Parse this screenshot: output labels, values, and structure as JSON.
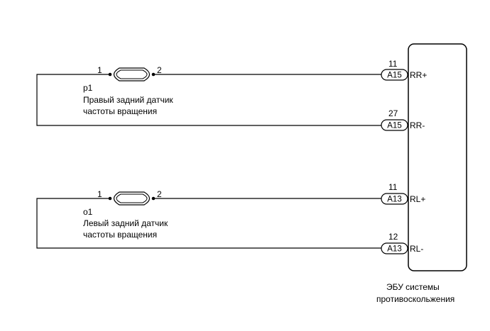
{
  "sensors": [
    {
      "id": "p1",
      "pin_left": "1",
      "pin_right": "2",
      "name_line1": "Правый задний датчик",
      "name_line2": "частоты вращения"
    },
    {
      "id": "o1",
      "pin_left": "1",
      "pin_right": "2",
      "name_line1": "Левый задний датчик",
      "name_line2": "частоты вращения"
    }
  ],
  "terminals": [
    {
      "pin": "11",
      "connector": "A15",
      "signal": "RR+"
    },
    {
      "pin": "27",
      "connector": "A15",
      "signal": "RR-"
    },
    {
      "pin": "11",
      "connector": "A13",
      "signal": "RL+"
    },
    {
      "pin": "12",
      "connector": "A13",
      "signal": "RL-"
    }
  ],
  "ecu": {
    "label_line1": "ЭБУ системы",
    "label_line2": "противоскольжения"
  }
}
